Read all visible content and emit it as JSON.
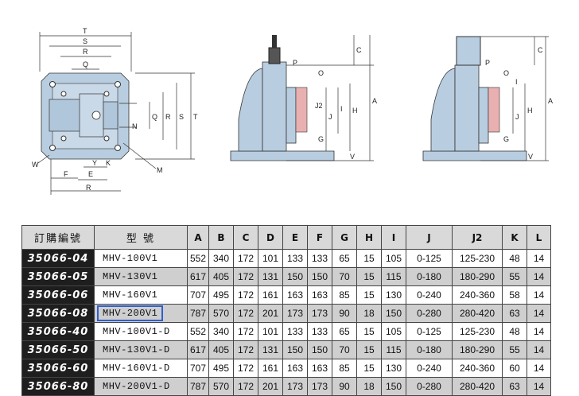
{
  "colors": {
    "accent_blue": "#b8cde0",
    "highlight_border": "#2f5fd0",
    "header_bg": "#d9d9d9",
    "catalog_bg": "#1e1e1e",
    "row_shade": "#cfcfcf",
    "hatch": "#e8a0a0"
  },
  "diagram": {
    "top_view_labels": {
      "T": "T",
      "S": "S",
      "R": "R",
      "Q": "Q",
      "N": "N",
      "W": "W",
      "Y": "Y",
      "K": "K",
      "E": "E",
      "F": "F",
      "M": "M"
    },
    "side_view_labels": {
      "C": "C",
      "P": "P",
      "O": "O",
      "I": "I",
      "J2": "J2",
      "J": "J",
      "H": "H",
      "A": "A",
      "G": "G",
      "V": "V"
    }
  },
  "table": {
    "headers": [
      "訂購編號",
      "型 號",
      "A",
      "B",
      "C",
      "D",
      "E",
      "F",
      "G",
      "H",
      "I",
      "J",
      "J2",
      "K",
      "L"
    ],
    "rows": [
      {
        "cat": "35066-04",
        "model": "MHV-100V1",
        "vals": [
          "552",
          "340",
          "172",
          "101",
          "133",
          "133",
          "65",
          "15",
          "105",
          "0-125",
          "125-230",
          "48",
          "14"
        ]
      },
      {
        "cat": "35066-05",
        "model": "MHV-130V1",
        "vals": [
          "617",
          "405",
          "172",
          "131",
          "150",
          "150",
          "70",
          "15",
          "115",
          "0-180",
          "180-290",
          "55",
          "14"
        ]
      },
      {
        "cat": "35066-06",
        "model": "MHV-160V1",
        "vals": [
          "707",
          "495",
          "172",
          "161",
          "163",
          "163",
          "85",
          "15",
          "130",
          "0-240",
          "240-360",
          "58",
          "14"
        ]
      },
      {
        "cat": "35066-08",
        "model": "MHV-200V1",
        "vals": [
          "787",
          "570",
          "172",
          "201",
          "173",
          "173",
          "90",
          "18",
          "150",
          "0-280",
          "280-420",
          "63",
          "14"
        ]
      },
      {
        "cat": "35066-40",
        "model": "MHV-100V1-D",
        "vals": [
          "552",
          "340",
          "172",
          "101",
          "133",
          "133",
          "65",
          "15",
          "105",
          "0-125",
          "125-230",
          "48",
          "14"
        ]
      },
      {
        "cat": "35066-50",
        "model": "MHV-130V1-D",
        "vals": [
          "617",
          "405",
          "172",
          "131",
          "150",
          "150",
          "70",
          "15",
          "115",
          "0-180",
          "180-290",
          "55",
          "14"
        ]
      },
      {
        "cat": "35066-60",
        "model": "MHV-160V1-D",
        "vals": [
          "707",
          "495",
          "172",
          "161",
          "163",
          "163",
          "85",
          "15",
          "130",
          "0-240",
          "240-360",
          "60",
          "14"
        ]
      },
      {
        "cat": "35066-80",
        "model": "MHV-200V1-D",
        "vals": [
          "787",
          "570",
          "172",
          "201",
          "173",
          "173",
          "90",
          "18",
          "150",
          "0-280",
          "280-420",
          "63",
          "14"
        ]
      }
    ],
    "highlighted_row": 3
  }
}
